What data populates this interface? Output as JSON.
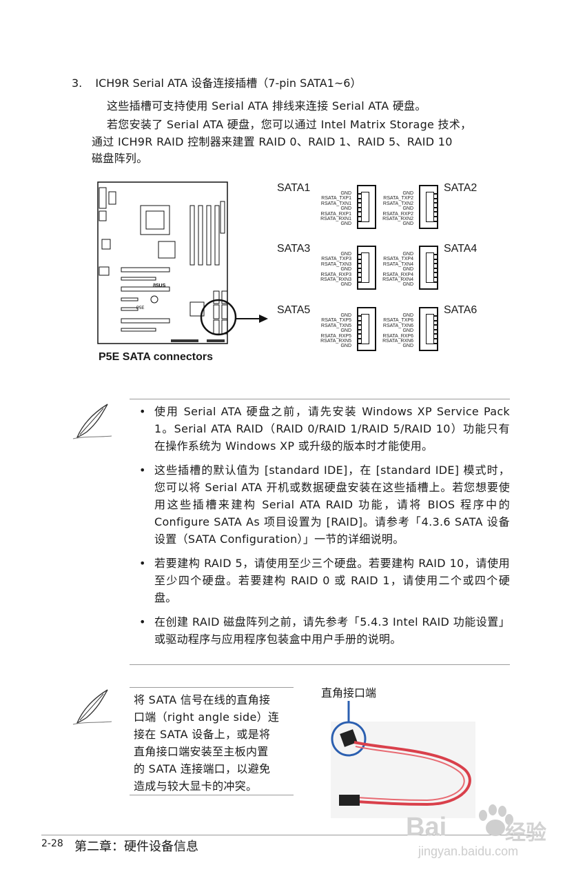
{
  "heading": {
    "number": "3.",
    "title": "ICH9R Serial ATA 设备连接插槽（7-pin SATA1~6）"
  },
  "intro": {
    "line1": "这些插槽可支持使用 Serial ATA 排线来连接 Serial ATA 硬盘。",
    "line2a": "若您安装了 Serial ATA 硬盘，您可以通过 Intel Matrix Storage 技术，",
    "line2b": "通过 ICH9R RAID 控制器来建置 RAID 0、RAID 1、RAID 5、RAID 10",
    "line2c": "磁盘阵列。"
  },
  "diagram": {
    "caption": "P5E SATA connectors",
    "board_label": "P5E",
    "brand": "/ISUS",
    "ports": [
      {
        "name": "SATA1",
        "pins": [
          "GND",
          "RSATA_TXP1",
          "RSATA_TXN1",
          "GND",
          "RSATA_RXP1",
          "RSATA_RXN1",
          "GND"
        ]
      },
      {
        "name": "SATA2",
        "pins": [
          "GND",
          "RSATA_TXP2",
          "RSATA_TXN2",
          "GND",
          "RSATA_RXP2",
          "RSATA_RXN2",
          "GND"
        ]
      },
      {
        "name": "SATA3",
        "pins": [
          "GND",
          "RSATA_TXP3",
          "RSATA_TXN3",
          "GND",
          "RSATA_RXP3",
          "RSATA_RXN3",
          "GND"
        ]
      },
      {
        "name": "SATA4",
        "pins": [
          "GND",
          "RSATA_TXP4",
          "RSATA_TXN4",
          "GND",
          "RSATA_RXP4",
          "RSATA_RXN4",
          "GND"
        ]
      },
      {
        "name": "SATA5",
        "pins": [
          "GND",
          "RSATA_TXP5",
          "RSATA_TXN5",
          "GND",
          "RSATA_RXP5",
          "RSATA_RXN5",
          "GND"
        ]
      },
      {
        "name": "SATA6",
        "pins": [
          "GND",
          "RSATA_TXP6",
          "RSATA_TXN6",
          "GND",
          "RSATA_RXP6",
          "RSATA_RXN6",
          "GND"
        ]
      }
    ]
  },
  "notes": [
    {
      "bullet": "•",
      "text": "使用 Serial ATA 硬盘之前，请先安装 Windows XP Service Pack 1。Serial ATA RAID（RAID 0/RAID 1/RAID 5/RAID 10）功能只有在操作系统为 Windows XP 或升级的版本时才能使用。"
    },
    {
      "bullet": "•",
      "text": "这些插槽的默认值为 [standard IDE]，在 [standard IDE] 模式时，您可以将 Serial ATA 开机或数据硬盘安装在这些插槽上。若您想要使用这些插槽来建构 Serial ATA RAID 功能，请将 BIOS 程序中的 Configure SATA As 项目设置为 [RAID]。请参考「4.3.6 SATA 设备设置（SATA Configuration）」一节的详细说明。"
    },
    {
      "bullet": "•",
      "text": "若要建构 RAID 5，请使用至少三个硬盘。若要建构 RAID 10，请使用至少四个硬盘。若要建构 RAID 0 或 RAID 1，请使用二个或四个硬盘。"
    },
    {
      "bullet": "•",
      "text": "在创建 RAID 磁盘阵列之前，请先参考「5.4.3 Intel RAID 功能设置」或驱动程序与应用程序包装盒中用户手册的说明。"
    }
  ],
  "tip": {
    "lines": [
      "将 SATA 信号在线的直角接",
      "口端（right angle side）连",
      "接在 SATA 设备上，或是将",
      "直角接口端安装至主板内置",
      "的 SATA 连接端口，以避免",
      "造成与较大显卡的冲突。"
    ],
    "photo_label": "直角接口端"
  },
  "footer": {
    "page": "2-28",
    "chapter": "第二章：硬件设备信息"
  },
  "watermark": {
    "brand": "Bai",
    "brand2": "经验",
    "url": "jingyan.baidu.com"
  }
}
